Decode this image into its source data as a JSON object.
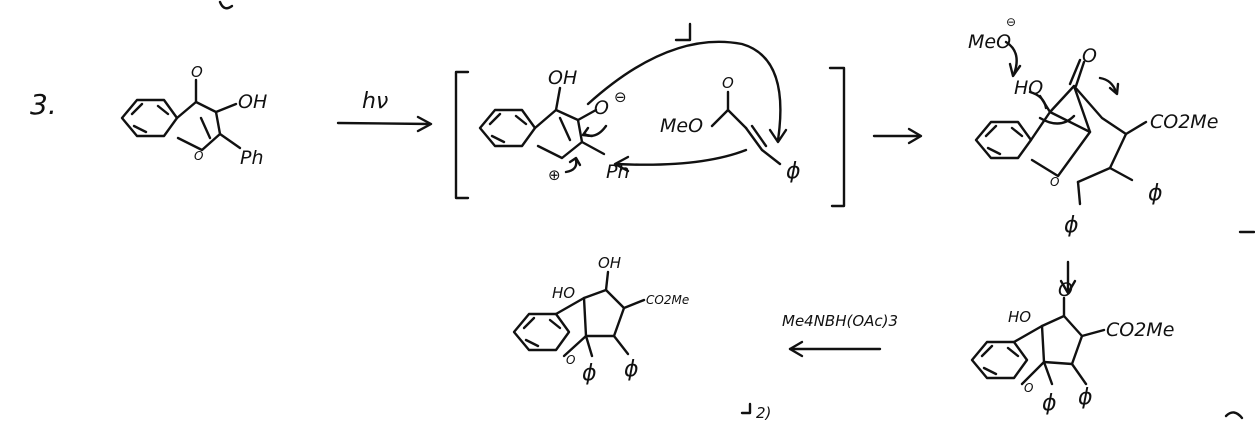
{
  "scheme": {
    "step_number": "3.",
    "start_material": {
      "oxo": "O",
      "hydroxyl": "OH",
      "phenyl": "Ph",
      "ring_oxygen": "O"
    },
    "photo_condition": "hν",
    "intermediate": {
      "hydroxyl": "OH",
      "oxide": "O",
      "oxide_charge": "⊖",
      "phenyl": "Ph",
      "cation_charge": "⊕",
      "ester_methoxy": "MeO",
      "ester_oxygen": "O",
      "cinnamate_phenyl": "ϕ"
    },
    "bridged_adduct": {
      "methoxide": "MeO",
      "methoxide_charge": "⊖",
      "hydroxyl": "HO",
      "ketone_oxygen": "O",
      "ester": "CO2Me",
      "phenyl_right": "ϕ",
      "phenyl_bottom": "ϕ",
      "ring_oxygen": "O"
    },
    "ketol": {
      "hydroxyl": "HO",
      "ketone_oxygen": "O",
      "ester": "CO2Me",
      "phenyl_a": "ϕ",
      "phenyl_b": "ϕ",
      "ring_oxygen": "O"
    },
    "reducing_agent": "Me4NBH(OAc)3",
    "product": {
      "hydroxyl_top": "OH",
      "hydroxyl_left": "HO",
      "ester": "CO2Me",
      "phenyl_a": "ϕ",
      "phenyl_b": "ϕ",
      "ring_oxygen": "O"
    },
    "margin_note": "2)"
  }
}
